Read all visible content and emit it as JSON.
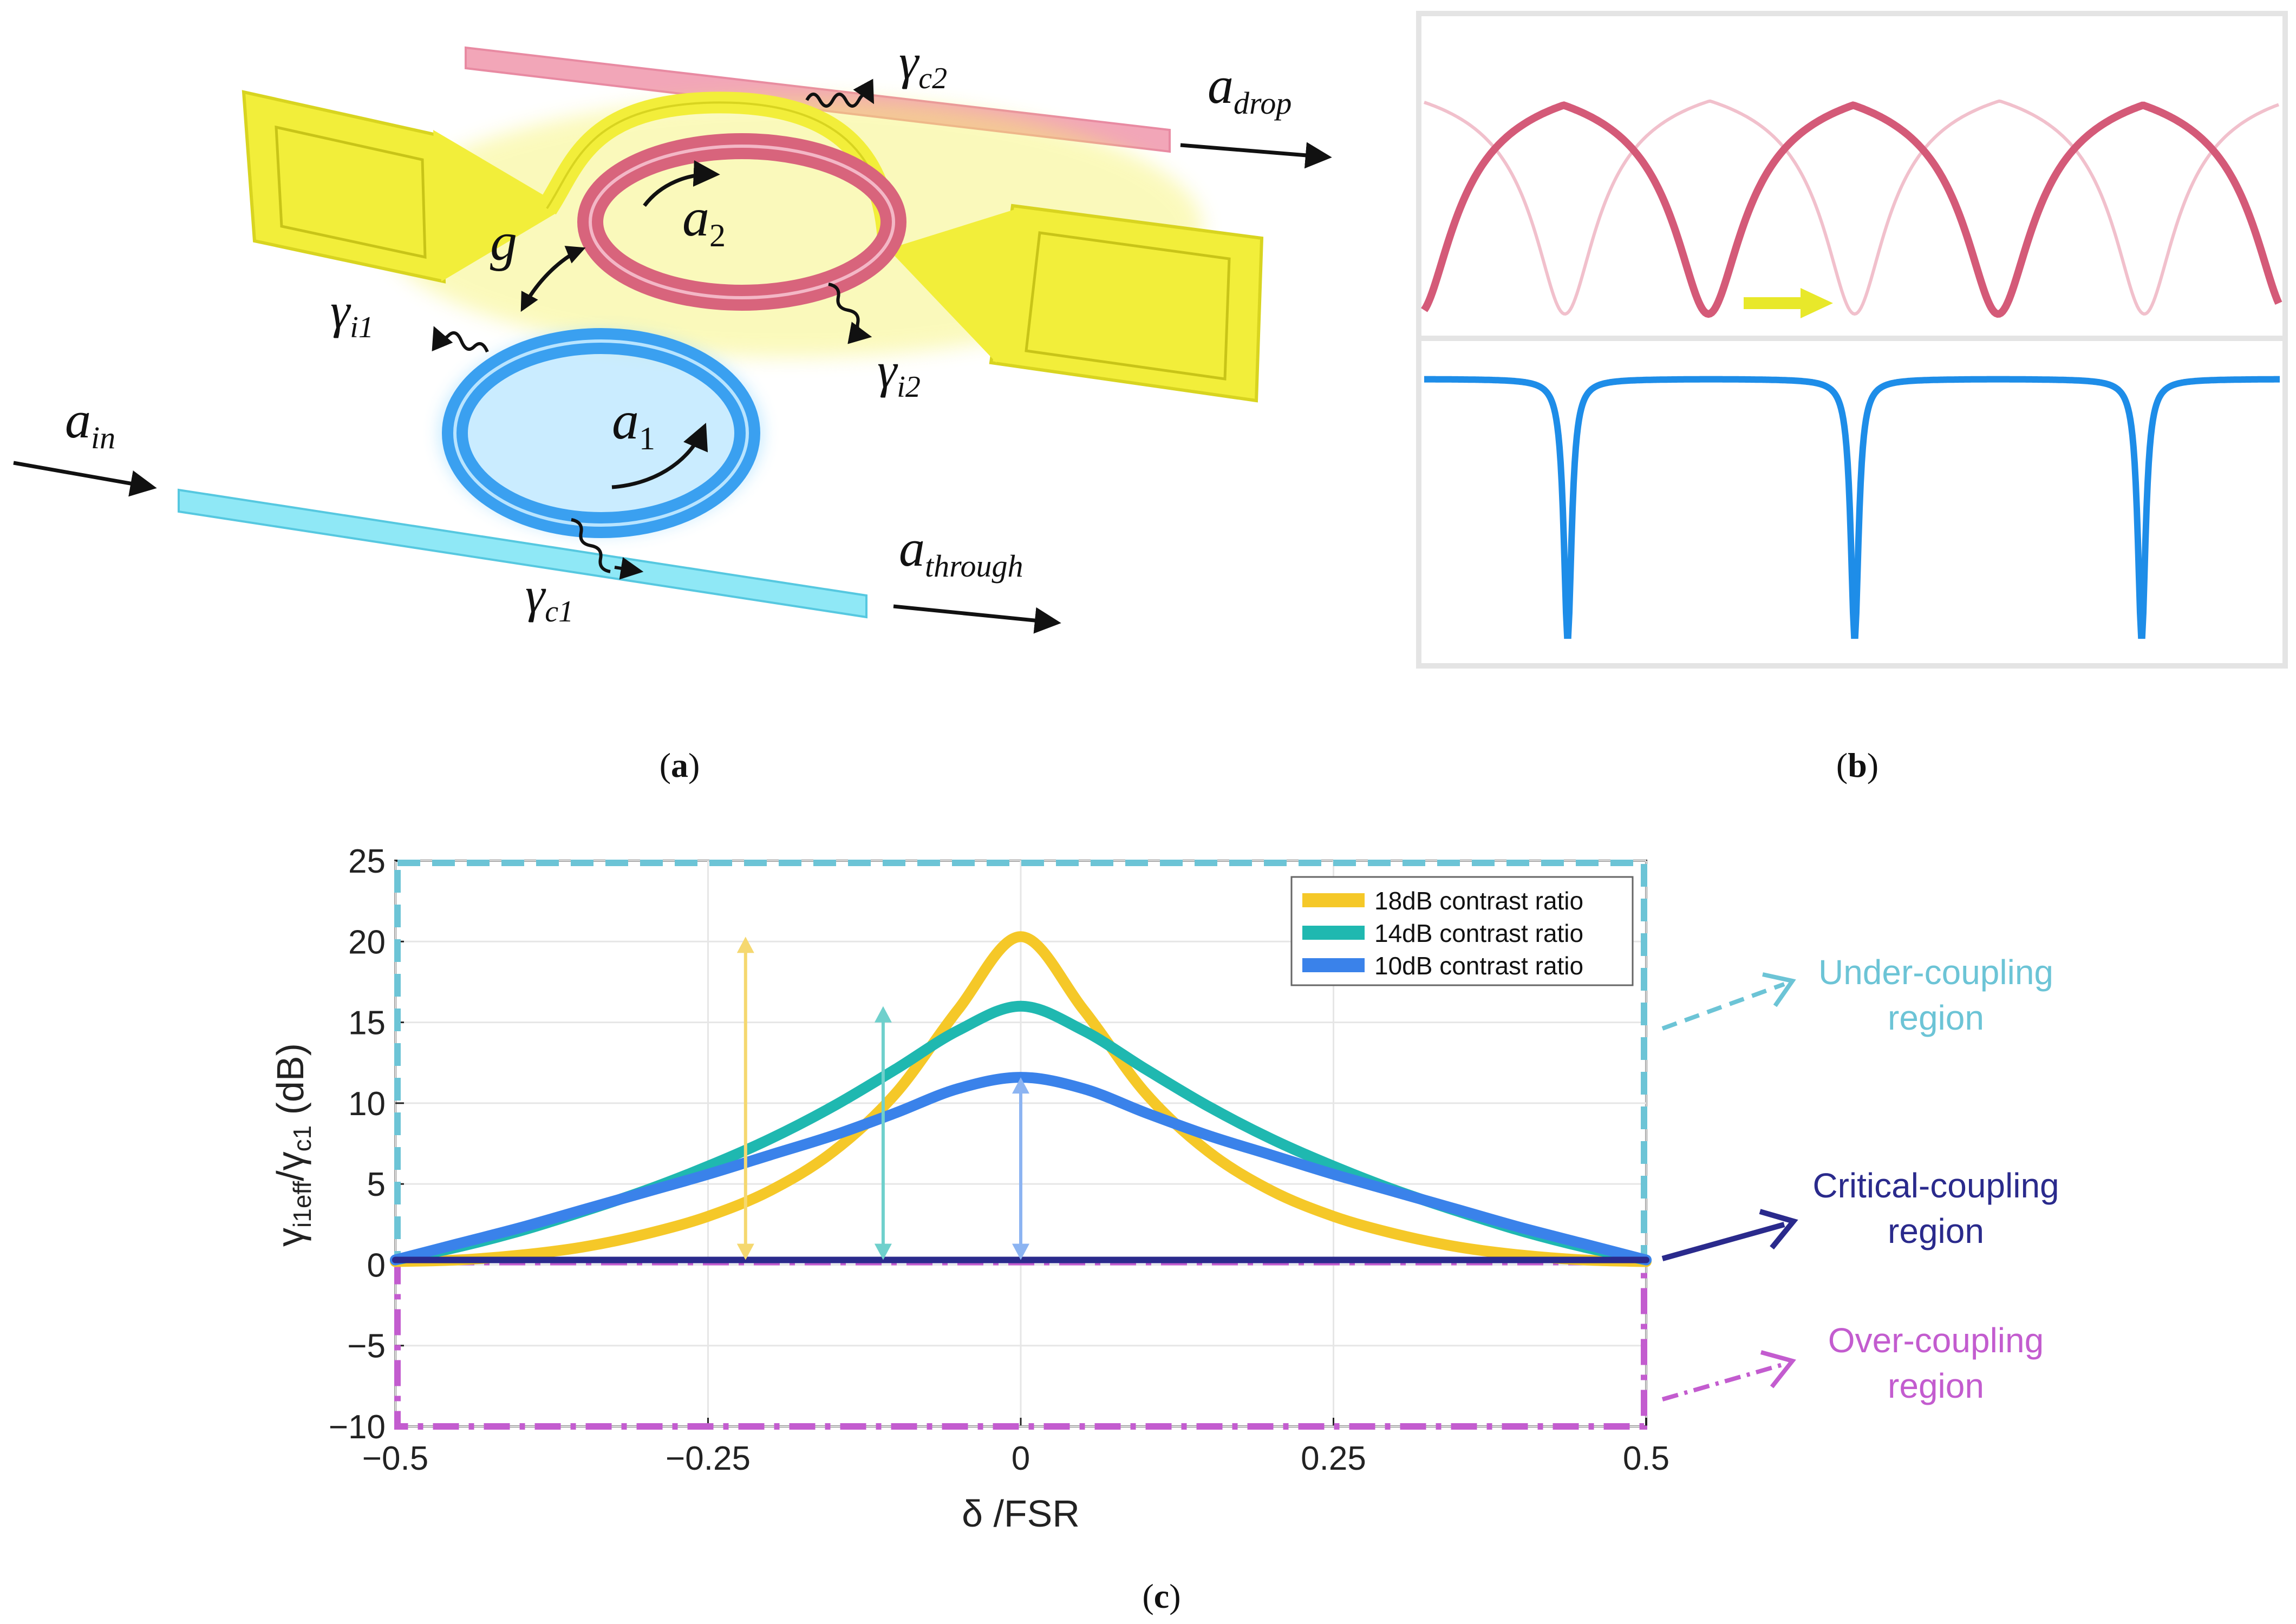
{
  "panel_a": {
    "caption_open": "(",
    "caption_letter": "a",
    "caption_close": ")",
    "labels": {
      "a_in": "a",
      "a_in_sub": "in",
      "a_drop": "a",
      "a_drop_sub": "drop",
      "a_through": "a",
      "a_through_sub": "through",
      "a1": "a",
      "a1_sub": "1",
      "a2": "a",
      "a2_sub": "2",
      "gamma_c1": "γ",
      "gamma_c1_sub": "c1",
      "gamma_c2": "γ",
      "gamma_c2_sub": "c2",
      "gamma_i1": "γ",
      "gamma_i1_sub": "i1",
      "gamma_i2": "γ",
      "gamma_i2_sub": "i2",
      "g": "g"
    },
    "colors": {
      "ring1": "#3aa0f0",
      "ring2": "#d8647c",
      "heater": "#f2ee3a",
      "bus": "#8fe8f6",
      "drop_bus": "#f2a6b8"
    }
  },
  "panel_b": {
    "caption_open": "(",
    "caption_letter": "b",
    "caption_close": ")",
    "colors": {
      "top": "#d45a78",
      "top_faint": "#f1c0cc",
      "bottom": "#1e8de8",
      "arrow": "#e8e82a"
    }
  },
  "panel_c": {
    "caption_open": "(",
    "caption_letter": "c",
    "caption_close": ")",
    "annotations": {
      "under_line1": "Under-coupling",
      "under_line2": "region",
      "critical_line1": "Critical-coupling",
      "critical_line2": "region",
      "over_line1": "Over-coupling",
      "over_line2": "region"
    },
    "colors": {
      "under": "#6cc4d6",
      "critical": "#2a2a8c",
      "over": "#c35ccf"
    }
  },
  "chart_data": {
    "type": "line",
    "title": "",
    "xlabel": "δ /FSR",
    "ylabel_parts": [
      "γ",
      "i1eff",
      "/γ",
      "c1",
      " (dB)"
    ],
    "xlim": [
      -0.5,
      0.5
    ],
    "ylim": [
      -10,
      25
    ],
    "xticks": [
      -0.5,
      -0.25,
      0,
      0.25,
      0.5
    ],
    "xtick_labels": [
      "−0.5",
      "−0.25",
      "0",
      "0.25",
      "0.5"
    ],
    "yticks": [
      -10,
      -5,
      0,
      5,
      10,
      15,
      20,
      25
    ],
    "ytick_labels": [
      "−10",
      "−5",
      "0",
      "5",
      "10",
      "15",
      "20",
      "25"
    ],
    "grid": true,
    "legend_position": "top-right",
    "series": [
      {
        "name": "18dB contrast ratio",
        "color": "#f5c828",
        "peak": 20.3,
        "x": [
          -0.5,
          -0.45,
          -0.4,
          -0.35,
          -0.3,
          -0.25,
          -0.2,
          -0.15,
          -0.1,
          -0.05,
          0,
          0.05,
          0.1,
          0.15,
          0.2,
          0.25,
          0.3,
          0.35,
          0.4,
          0.45,
          0.5
        ],
        "y": [
          0.2,
          0.3,
          0.6,
          1.1,
          1.9,
          3.0,
          4.6,
          7.0,
          10.6,
          15.8,
          20.3,
          15.8,
          10.6,
          7.0,
          4.6,
          3.0,
          1.9,
          1.1,
          0.6,
          0.3,
          0.2
        ]
      },
      {
        "name": "14dB contrast ratio",
        "color": "#1fb8b0",
        "peak": 16.0,
        "x": [
          -0.5,
          -0.45,
          -0.4,
          -0.35,
          -0.3,
          -0.25,
          -0.2,
          -0.15,
          -0.1,
          -0.05,
          0,
          0.05,
          0.1,
          0.15,
          0.2,
          0.25,
          0.3,
          0.35,
          0.4,
          0.45,
          0.5
        ],
        "y": [
          0.3,
          1.1,
          2.1,
          3.3,
          4.6,
          6.1,
          7.8,
          9.8,
          12.1,
          14.5,
          16.0,
          14.5,
          12.1,
          9.8,
          7.8,
          6.1,
          4.6,
          3.3,
          2.1,
          1.1,
          0.3
        ]
      },
      {
        "name": "10dB contrast ratio",
        "color": "#3a82ea",
        "peak": 11.6,
        "x": [
          -0.5,
          -0.45,
          -0.4,
          -0.35,
          -0.3,
          -0.25,
          -0.2,
          -0.15,
          -0.1,
          -0.05,
          0,
          0.05,
          0.1,
          0.15,
          0.2,
          0.25,
          0.3,
          0.35,
          0.4,
          0.45,
          0.5
        ],
        "y": [
          0.3,
          1.3,
          2.3,
          3.4,
          4.5,
          5.6,
          6.8,
          8.0,
          9.4,
          10.9,
          11.6,
          10.9,
          9.4,
          8.0,
          6.8,
          5.6,
          4.5,
          3.4,
          2.3,
          1.3,
          0.3
        ]
      },
      {
        "name": "",
        "color": "#2a2a8c",
        "x": [
          -0.5,
          0.5
        ],
        "y": [
          0.3,
          0.3
        ]
      }
    ],
    "arrows": [
      {
        "x": -0.22,
        "y0": 0.3,
        "y1": 20.3,
        "color": "#f5d870"
      },
      {
        "x": -0.11,
        "y0": 0.3,
        "y1": 16.0,
        "color": "#6fd0cc"
      },
      {
        "x": 0.0,
        "y0": 0.3,
        "y1": 11.6,
        "color": "#8cb4f2"
      }
    ],
    "regions": [
      {
        "name": "under",
        "y0": 0.3,
        "y1": 25,
        "color": "#6cc4d6",
        "style": "dashed"
      },
      {
        "name": "over",
        "y0": -10,
        "y1": 0.3,
        "color": "#c35ccf",
        "style": "dashdot"
      }
    ]
  }
}
